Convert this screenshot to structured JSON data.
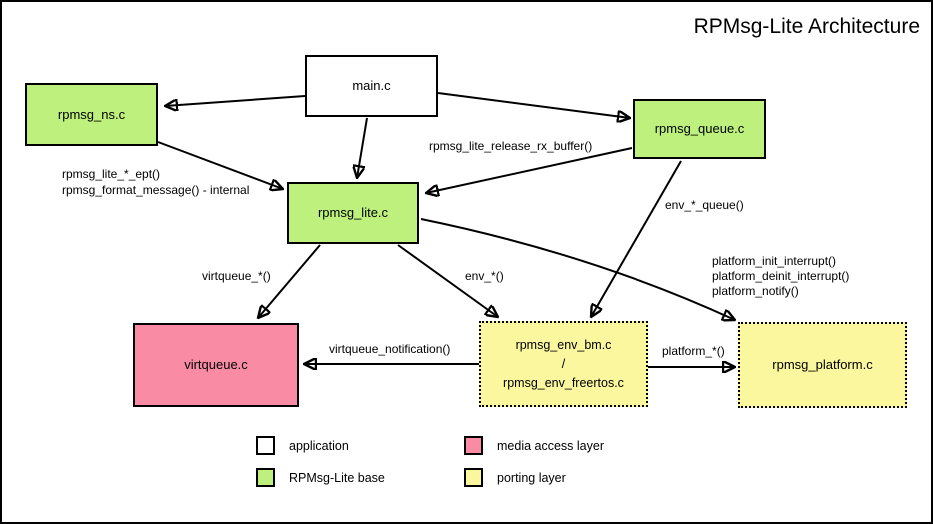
{
  "title": "RPMsg-Lite Architecture",
  "nodes": {
    "main": {
      "label": "main.c",
      "fill": "#ffffff"
    },
    "rpmsg_ns": {
      "label": "rpmsg_ns.c",
      "fill": "#bdf07d"
    },
    "rpmsg_queue": {
      "label": "rpmsg_queue.c",
      "fill": "#bdf07d"
    },
    "rpmsg_lite": {
      "label": "rpmsg_lite.c",
      "fill": "#bdf07d"
    },
    "virtqueue": {
      "label": "virtqueue.c",
      "fill": "#f98ca4"
    },
    "rpmsg_env": {
      "label_line1": "rpmsg_env_bm.c",
      "label_line2": "/",
      "label_line3": "rpmsg_env_freertos.c",
      "fill": "#faf79e"
    },
    "rpmsg_platform": {
      "label": "rpmsg_platform.c",
      "fill": "#faf79e"
    }
  },
  "edge_labels": {
    "ept_line1": "rpmsg_lite_*_ept()",
    "ept_line2": "rpmsg_format_message() - internal",
    "release_rx": "rpmsg_lite_release_rx_buffer()",
    "env_queue": "env_*_queue()",
    "virtqueue_star": "virtqueue_*()",
    "env_star": "env_*()",
    "platform_init": "platform_init_interrupt()",
    "platform_deinit": "platform_deinit_interrupt()",
    "platform_notify": "platform_notify()",
    "virtqueue_notification": "virtqueue_notification()",
    "platform_star": "platform_*()"
  },
  "legend": {
    "application": {
      "label": "application",
      "color": "#ffffff"
    },
    "rpmsg_lite_base": {
      "label": "RPMsg-Lite base",
      "color": "#bdf07d"
    },
    "media_access": {
      "label": "media access layer",
      "color": "#f98ca4"
    },
    "porting": {
      "label": "porting layer",
      "color": "#faf79e"
    }
  },
  "colors": {
    "stroke": "#000000",
    "background": "#ffffff"
  }
}
